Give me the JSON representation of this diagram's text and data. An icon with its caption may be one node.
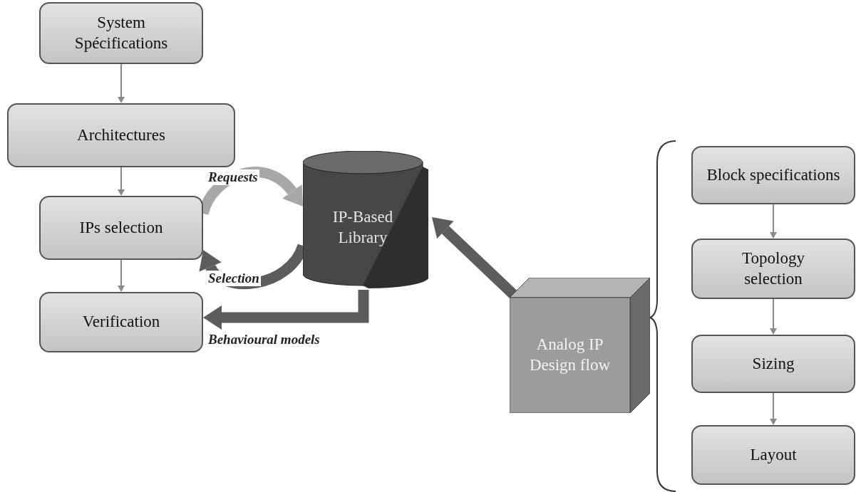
{
  "diagram": {
    "nodes": [
      {
        "text": [
          "System Spécifications"
        ]
      },
      {
        "text": [
          "Architectures"
        ]
      },
      {
        "text": [
          "IPs selection"
        ]
      },
      {
        "text": [
          "Verification"
        ]
      },
      {
        "text": [
          "IP-Based Library"
        ]
      },
      {
        "text": [
          "Analog IP Design flow"
        ]
      },
      {
        "text": [
          "Block specifications"
        ]
      },
      {
        "text": [
          "Topology selection"
        ]
      },
      {
        "text": [
          "Sizing"
        ]
      },
      {
        "text": [
          "Layout"
        ]
      }
    ],
    "edges": [
      {
        "from": 0,
        "to": 1,
        "arrow": "to"
      },
      {
        "from": 1,
        "to": 2,
        "arrow": "to"
      },
      {
        "from": 2,
        "to": 3,
        "arrow": "to"
      },
      {
        "from": 2,
        "to": 4,
        "arrow": "to",
        "label": "Requests",
        "style": "thick",
        "color": "#a8a8a8"
      },
      {
        "from": 4,
        "to": 2,
        "arrow": "to",
        "label": "Selection",
        "style": "thick",
        "color": "#5c5c5c"
      },
      {
        "from": 4,
        "to": 3,
        "arrow": "to",
        "label": "Behavioural models",
        "style": "thick",
        "color": "#5c5c5c"
      },
      {
        "from": 5,
        "to": 4,
        "arrow": "to",
        "style": "thick",
        "color": "#5c5c5c"
      },
      {
        "from": 6,
        "to": 7,
        "arrow": "to"
      },
      {
        "from": 7,
        "to": 8,
        "arrow": "to"
      },
      {
        "from": 8,
        "to": 9,
        "arrow": "to"
      }
    ]
  }
}
